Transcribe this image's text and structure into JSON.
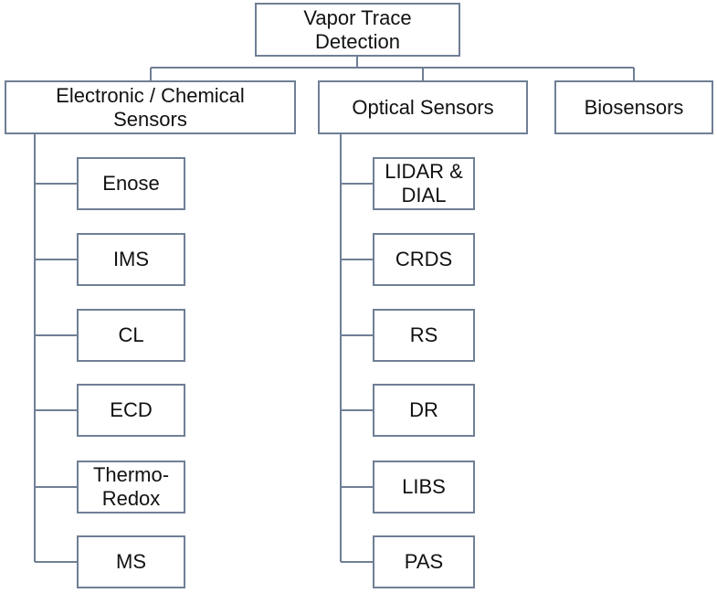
{
  "root": {
    "label": "Vapor Trace\nDetection"
  },
  "categories": [
    {
      "label": "Electronic / Chemical\nSensors",
      "items": [
        "Enose",
        "IMS",
        "CL",
        "ECD",
        "Thermo-\nRedox",
        "MS"
      ]
    },
    {
      "label": "Optical Sensors",
      "items": [
        "LIDAR &\nDIAL",
        "CRDS",
        "RS",
        "DR",
        "LIBS",
        "PAS"
      ]
    },
    {
      "label": "Biosensors",
      "items": []
    }
  ],
  "colors": {
    "line": "#6f7f95",
    "box_fill": "#ffffff",
    "text": "#111111"
  }
}
